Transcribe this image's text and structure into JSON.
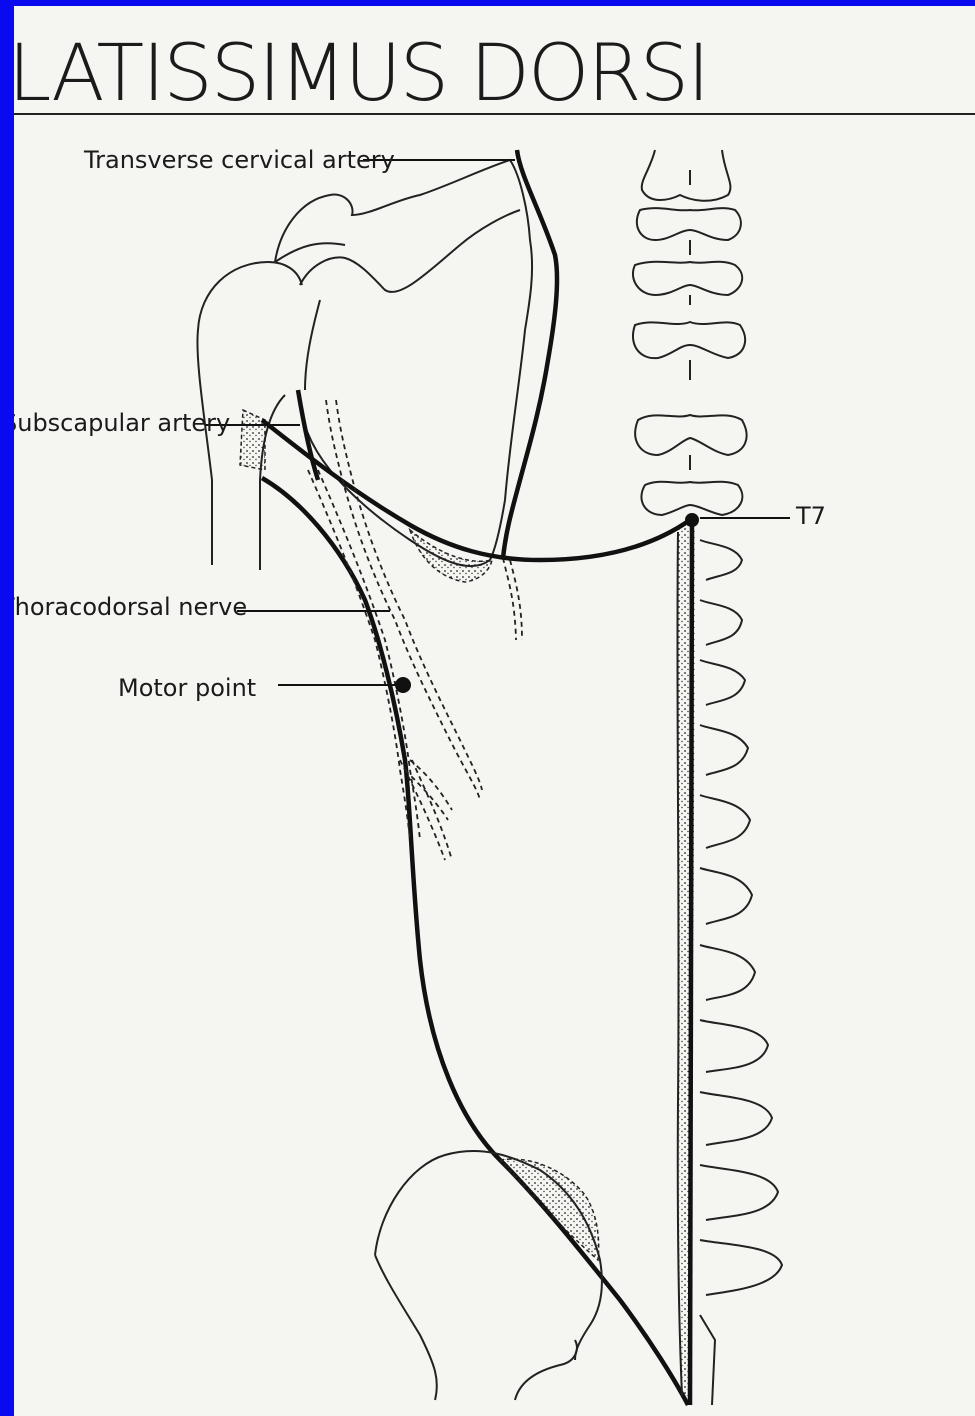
{
  "title": "LATISSIMUS DORSI",
  "labels": {
    "transverse_cervical_artery": "Transverse cervical artery",
    "subscapular_artery": "Subscapular artery",
    "thoracodorsal_nerve": "Thoracodorsal nerve",
    "motor_point": "Motor point",
    "t7": "T7"
  },
  "colors": {
    "frame": "#0a0af0",
    "paper": "#f5f5f2",
    "ink": "#111111"
  }
}
